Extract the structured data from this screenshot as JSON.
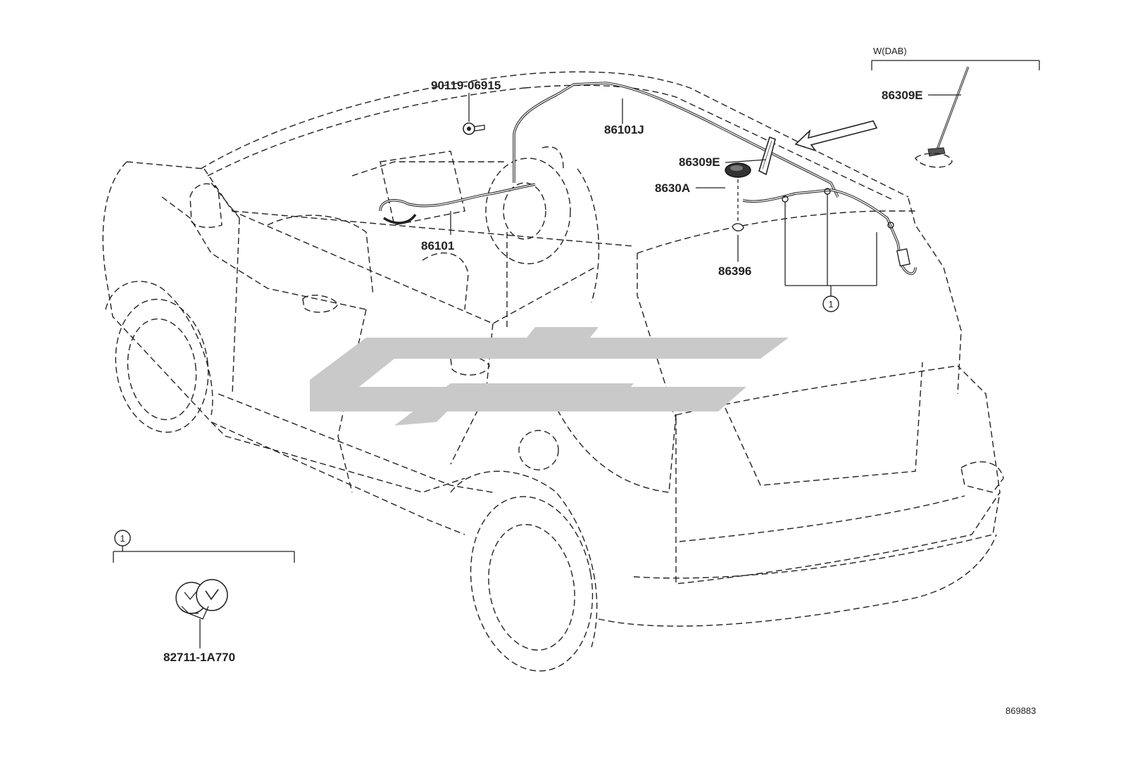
{
  "diagram": {
    "labels": {
      "bolt": "90119-06915",
      "cable_roof": "86101J",
      "cable_dash": "86101",
      "antenna_mid": "86309E",
      "antenna_base": "8630A",
      "pad": "86396",
      "dab_antenna": "86309E",
      "clip_part": "82711-1A770",
      "dab_group": "W(DAB)",
      "callout_a": "1",
      "callout_b": "1",
      "figure_code": "869883"
    },
    "colors": {
      "line": "#222222",
      "watermark": "#c9c9c9",
      "background": "#ffffff"
    }
  }
}
